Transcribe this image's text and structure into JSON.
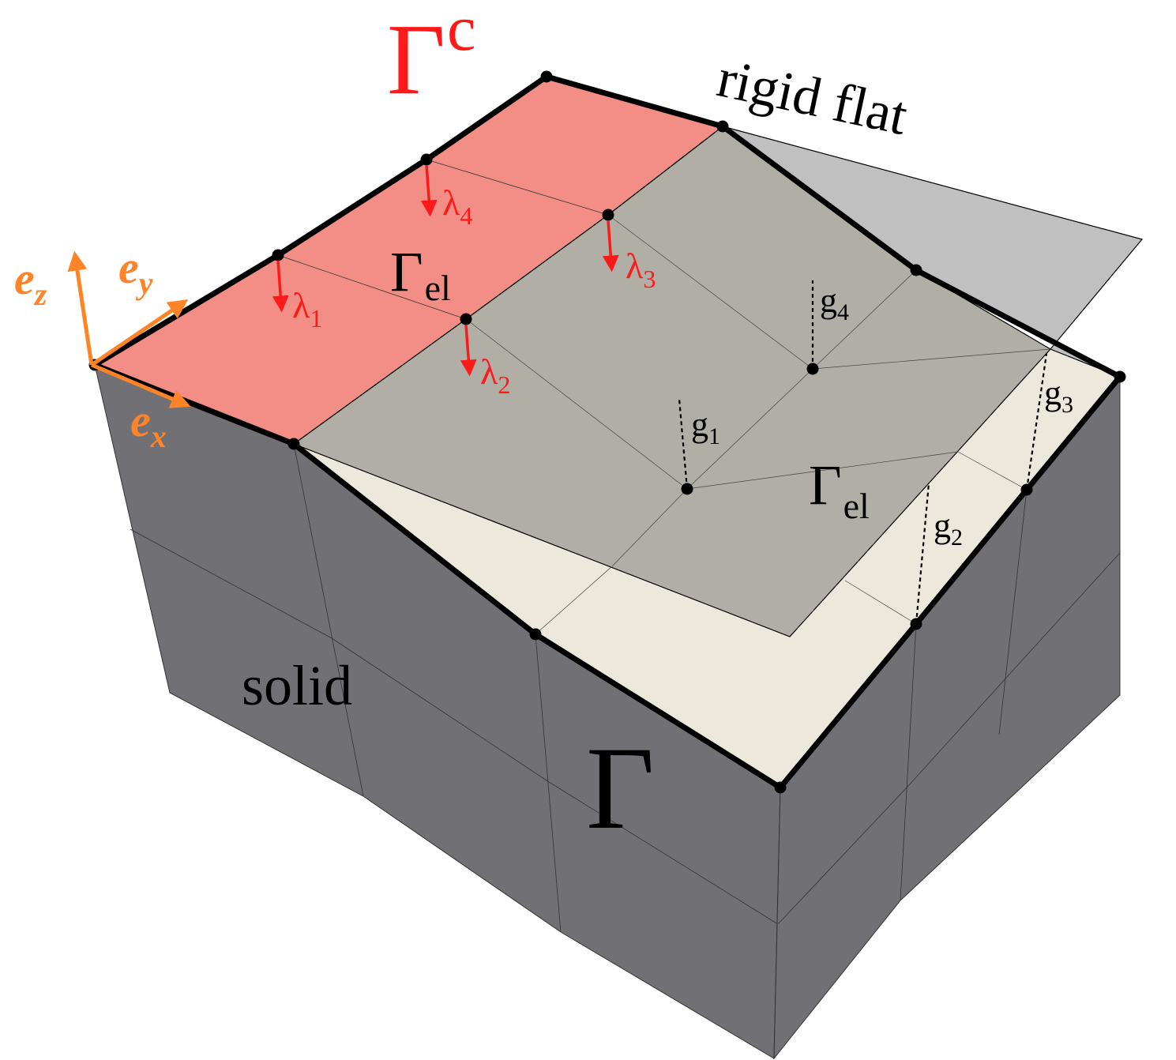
{
  "labels": {
    "gamma_c_main": "Γ",
    "gamma_c_sup": "c",
    "rigid_flat": "rigid flat",
    "gamma_el": "Γ",
    "gamma_el_sub": "el",
    "gamma_el2": "Γ",
    "gamma_el2_sub": "el",
    "gamma": "Γ",
    "solid": "solid"
  },
  "multipliers": [
    {
      "sym": "λ",
      "sub": "1"
    },
    {
      "sym": "λ",
      "sub": "2"
    },
    {
      "sym": "λ",
      "sub": "3"
    },
    {
      "sym": "λ",
      "sub": "4"
    }
  ],
  "gaps": [
    {
      "sym": "g",
      "sub": "1"
    },
    {
      "sym": "g",
      "sub": "2"
    },
    {
      "sym": "g",
      "sub": "3"
    },
    {
      "sym": "g",
      "sub": "4"
    }
  ],
  "axes": [
    {
      "sym": "e",
      "sub": "z"
    },
    {
      "sym": "e",
      "sub": "y"
    },
    {
      "sym": "e",
      "sub": "x"
    }
  ],
  "colors": {
    "contact_region": "#f28e86",
    "rigid_flat_on_surface": "#b0aea5",
    "rigid_flat_beyond": "#c0c0c0",
    "top_surface": "#ece8dc",
    "solid_sides": "#717175",
    "multiplier_arrows": "#ff1a1a",
    "axes": "#ff8427"
  }
}
